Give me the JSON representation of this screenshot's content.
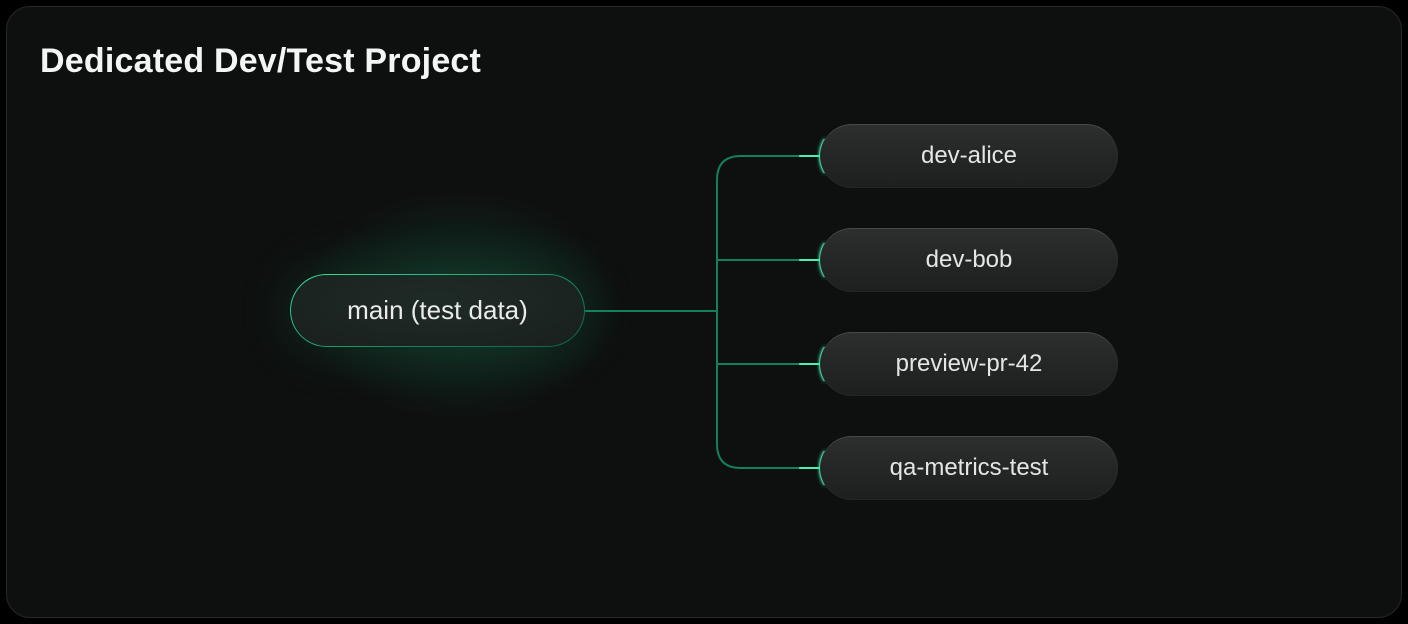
{
  "card": {
    "title": "Dedicated Dev/Test Project"
  },
  "diagram": {
    "type": "branch-tree",
    "root": {
      "label": "main (test data)"
    },
    "children": [
      {
        "label": "dev-alice"
      },
      {
        "label": "dev-bob"
      },
      {
        "label": "preview-pr-42"
      },
      {
        "label": "qa-metrics-test"
      }
    ]
  },
  "colors": {
    "page_background": "#000000",
    "card_background": "#0e100f",
    "card_border": "#252927",
    "connector": "#14805a",
    "endpoint_glow": "#3ce9a8",
    "endpoint_core": "#49f0b0",
    "root_border_accent": "#3bdf9e",
    "node_fill": "#242726",
    "title_text": "#f4f6f5",
    "node_text": "#e3e6e4"
  }
}
